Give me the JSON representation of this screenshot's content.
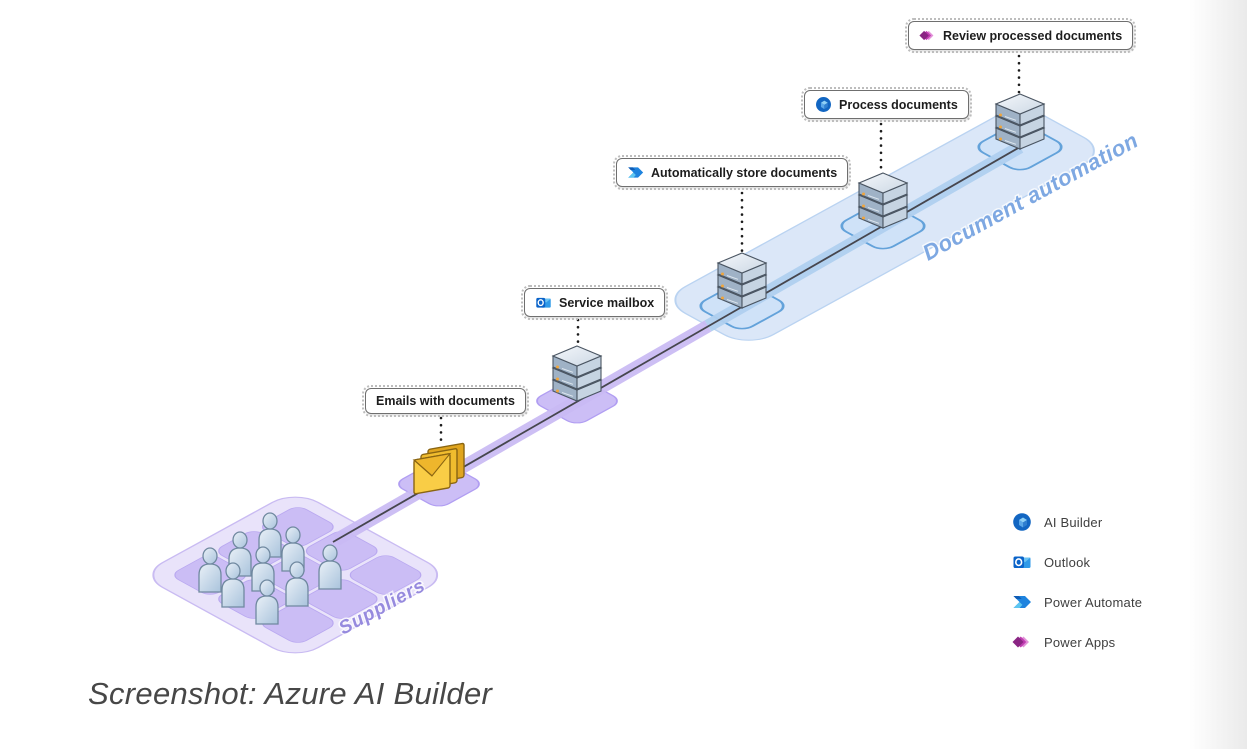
{
  "callouts": [
    {
      "text": "Review processed documents",
      "icon": "power-apps-icon"
    },
    {
      "text": "Process documents",
      "icon": "ai-builder-icon"
    },
    {
      "text": "Automatically store documents",
      "icon": "power-automate-icon"
    },
    {
      "text": "Service mailbox",
      "icon": "outlook-icon"
    },
    {
      "text": "Emails with documents",
      "icon": ""
    }
  ],
  "zones": {
    "document_automation": "Document automation",
    "suppliers": "Suppliers"
  },
  "legend": {
    "items": [
      {
        "icon": "ai-builder-icon",
        "label": "AI Builder"
      },
      {
        "icon": "outlook-icon",
        "label": "Outlook"
      },
      {
        "icon": "power-automate-icon",
        "label": "Power Automate"
      },
      {
        "icon": "power-apps-icon",
        "label": "Power Apps"
      }
    ]
  },
  "caption": "Screenshot: Azure AI Builder",
  "colors": {
    "suppliers_zone_fill": "#e9e3fa",
    "suppliers_tile_fill": "#cbbdf5",
    "automation_zone_fill": "#dbe7f8",
    "band_purple": "#c9baf4",
    "band_blue": "#b0d0f0",
    "platform_purple": "#ccbef6",
    "platform_blue": "#cfe2f8",
    "platform_blue_border": "#63a2da",
    "flow_line": "#46464e",
    "envelope_yellow": "#f9cd46",
    "suppliers_label_color": "#968ade",
    "automation_label_color": "#7ea8e2"
  }
}
